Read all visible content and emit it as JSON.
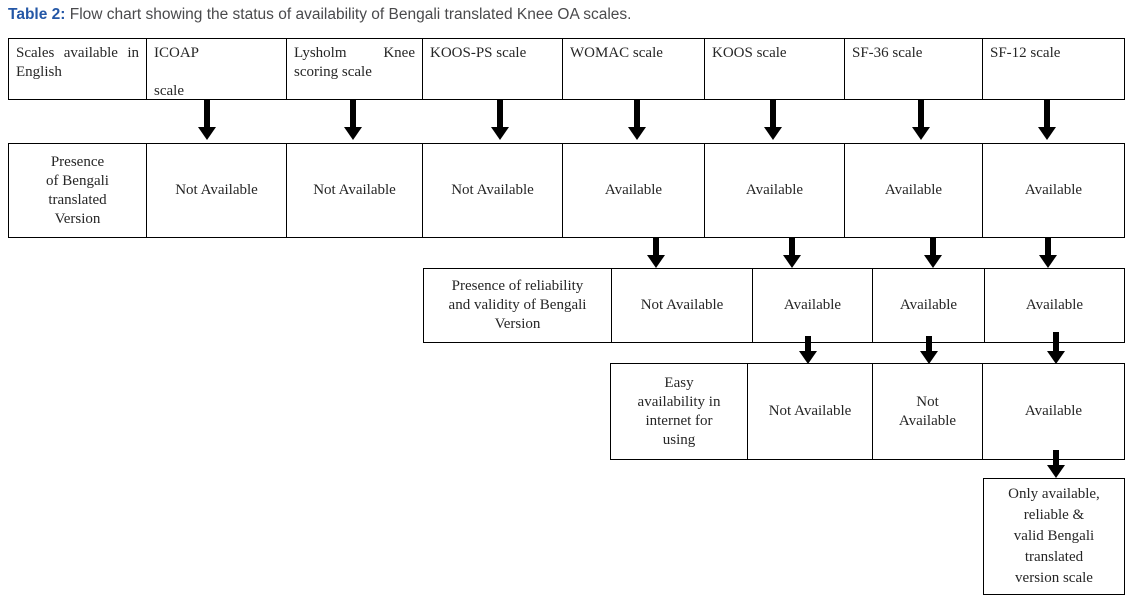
{
  "caption": {
    "label": "Table 2:",
    "text": "Flow chart showing the status of availability of Bengali translated Knee OA scales."
  },
  "colors": {
    "caption_label": "#2457a6",
    "caption_text": "#4a4a4c",
    "box_text": "#262626",
    "border": "#000000",
    "arrow": "#000000",
    "background": "#ffffff"
  },
  "flowchart": {
    "scales_row": {
      "cells": [
        "Scales available in English",
        "ICOAP\n\nscale",
        "Lysholm Knee scoring scale",
        "KOOS-PS scale",
        "WOMAC scale",
        "KOOS scale",
        "SF-36 scale",
        "SF-12 scale"
      ]
    },
    "bengali_version_row": {
      "cells": [
        "Presence\nof Bengali\ntranslated\nVersion",
        "Not Available",
        "Not Available",
        "Not Available",
        "Available",
        "Available",
        "Available",
        "Available"
      ]
    },
    "reliability_row": {
      "cells": [
        "Presence of reliability\nand validity of Bengali\nVersion",
        "Not Available",
        "Available",
        "Available",
        "Available"
      ]
    },
    "internet_row": {
      "cells": [
        "Easy\navailability in\ninternet for\nusing",
        "Not Available",
        "Not\nAvailable",
        "Available"
      ]
    },
    "final_box": "Only available,\nreliable &\nvalid Bengali\ntranslated\nversion scale"
  }
}
